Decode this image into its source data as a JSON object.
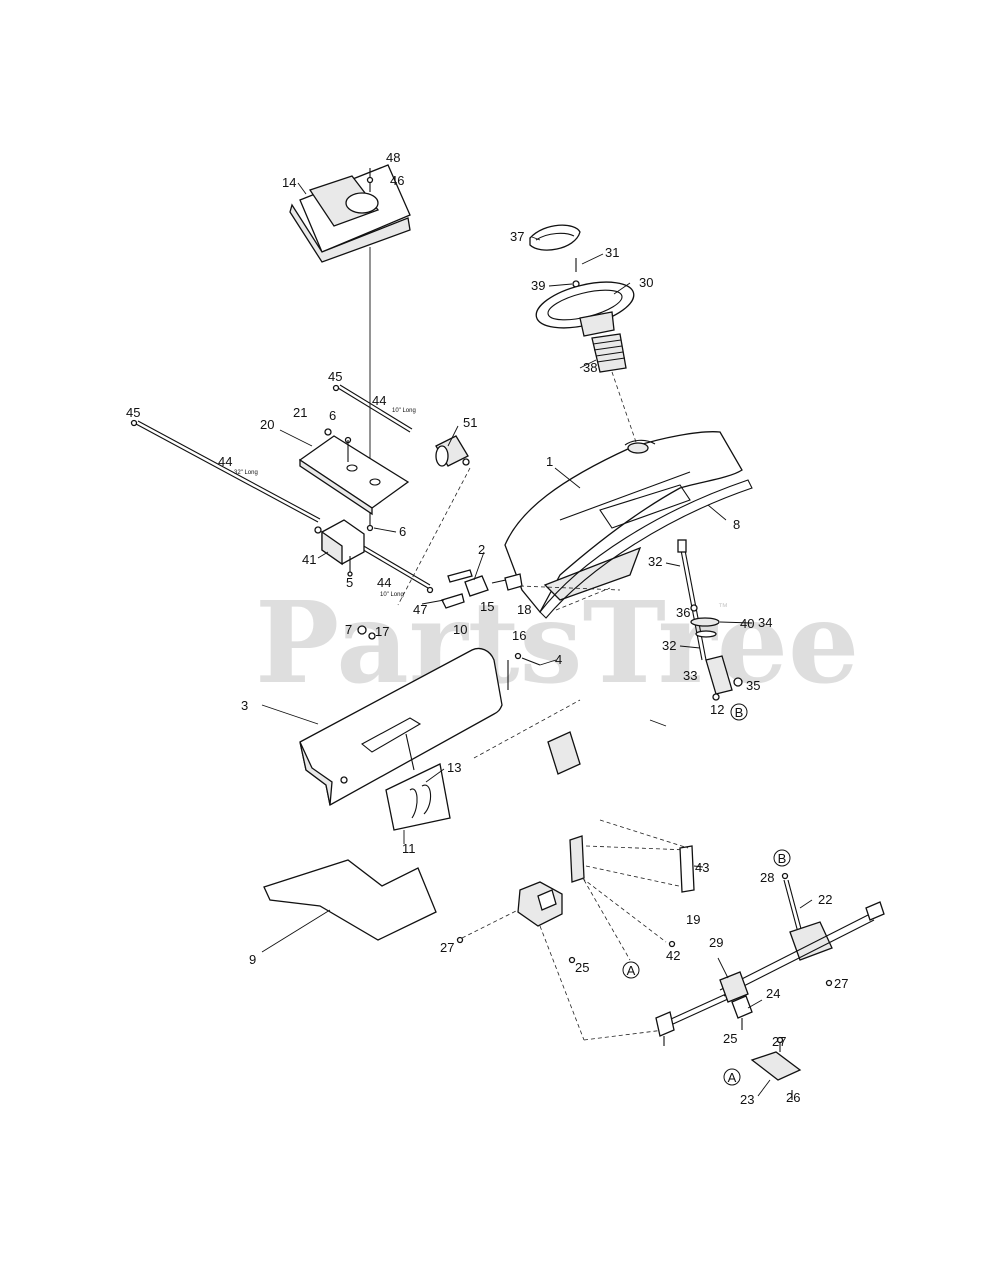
{
  "diagram": {
    "watermark": "PartsTree",
    "watermark_mark": "™",
    "callouts": [
      {
        "id": "48",
        "text": "48"
      },
      {
        "id": "46",
        "text": "46"
      },
      {
        "id": "14",
        "text": "14"
      },
      {
        "id": "37",
        "text": "37"
      },
      {
        "id": "31",
        "text": "31"
      },
      {
        "id": "39",
        "text": "39"
      },
      {
        "id": "30",
        "text": "30"
      },
      {
        "id": "38",
        "text": "38"
      },
      {
        "id": "45a",
        "text": "45"
      },
      {
        "id": "44a",
        "text": "44"
      },
      {
        "id": "45b",
        "text": "45"
      },
      {
        "id": "21",
        "text": "21"
      },
      {
        "id": "6a",
        "text": "6"
      },
      {
        "id": "51",
        "text": "51"
      },
      {
        "id": "20",
        "text": "20"
      },
      {
        "id": "44b",
        "text": "44"
      },
      {
        "id": "1",
        "text": "1"
      },
      {
        "id": "6b",
        "text": "6"
      },
      {
        "id": "8",
        "text": "8"
      },
      {
        "id": "41",
        "text": "41"
      },
      {
        "id": "2",
        "text": "2"
      },
      {
        "id": "5",
        "text": "5"
      },
      {
        "id": "44c",
        "text": "44"
      },
      {
        "id": "32a",
        "text": "32"
      },
      {
        "id": "15",
        "text": "15"
      },
      {
        "id": "18",
        "text": "18"
      },
      {
        "id": "47",
        "text": "47"
      },
      {
        "id": "40",
        "text": "40"
      },
      {
        "id": "36",
        "text": "36"
      },
      {
        "id": "34",
        "text": "34"
      },
      {
        "id": "10",
        "text": "10"
      },
      {
        "id": "7",
        "text": "7"
      },
      {
        "id": "17",
        "text": "17"
      },
      {
        "id": "16",
        "text": "16"
      },
      {
        "id": "32b",
        "text": "32"
      },
      {
        "id": "4",
        "text": "4"
      },
      {
        "id": "33",
        "text": "33"
      },
      {
        "id": "35",
        "text": "35"
      },
      {
        "id": "3",
        "text": "3"
      },
      {
        "id": "12",
        "text": "12"
      },
      {
        "id": "13",
        "text": "13"
      },
      {
        "id": "11",
        "text": "11"
      },
      {
        "id": "43",
        "text": "43"
      },
      {
        "id": "28",
        "text": "28"
      },
      {
        "id": "22",
        "text": "22"
      },
      {
        "id": "19",
        "text": "19"
      },
      {
        "id": "9",
        "text": "9"
      },
      {
        "id": "27a",
        "text": "27"
      },
      {
        "id": "42",
        "text": "42"
      },
      {
        "id": "29",
        "text": "29"
      },
      {
        "id": "25a",
        "text": "25"
      },
      {
        "id": "27b",
        "text": "27"
      },
      {
        "id": "24",
        "text": "24"
      },
      {
        "id": "25b",
        "text": "25"
      },
      {
        "id": "27c",
        "text": "27"
      },
      {
        "id": "23",
        "text": "23"
      },
      {
        "id": "26",
        "text": "26"
      }
    ],
    "length_notes": {
      "a": "10\" Long",
      "b": "32\" Long",
      "c": "10\" Long"
    },
    "reference_markers": {
      "b_upper": "B",
      "a_middle": "A",
      "b_lower": "B",
      "a_lower": "A"
    }
  }
}
